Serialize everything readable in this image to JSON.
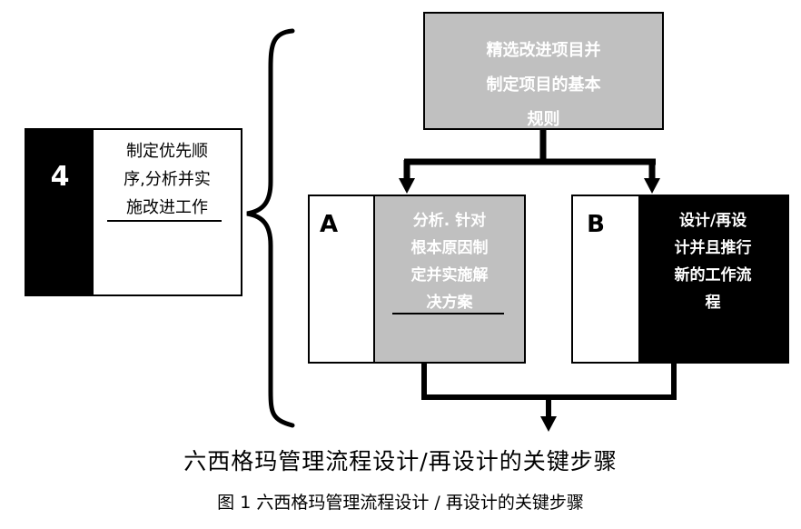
{
  "step4": {
    "number": "4",
    "text": "制定优先顺\n序,分析并实\n施改进工作"
  },
  "top_box": {
    "text": "精选改进项目并\n制定项目的基本\n规则"
  },
  "box_a": {
    "letter": "A",
    "text": "分析. 针对\n根本原因制\n定并实施解\n决方案"
  },
  "box_b": {
    "letter": "B",
    "text": "设计/再设\n计并且推行\n新的工作流\n程"
  },
  "subtitle": "六西格玛管理流程设计/再设计的关键步骤",
  "caption": "图 1  六西格玛管理流程设计 / 再设计的关键步骤",
  "colors": {
    "black": "#000000",
    "gray": "#c0c0c0",
    "white": "#ffffff"
  }
}
